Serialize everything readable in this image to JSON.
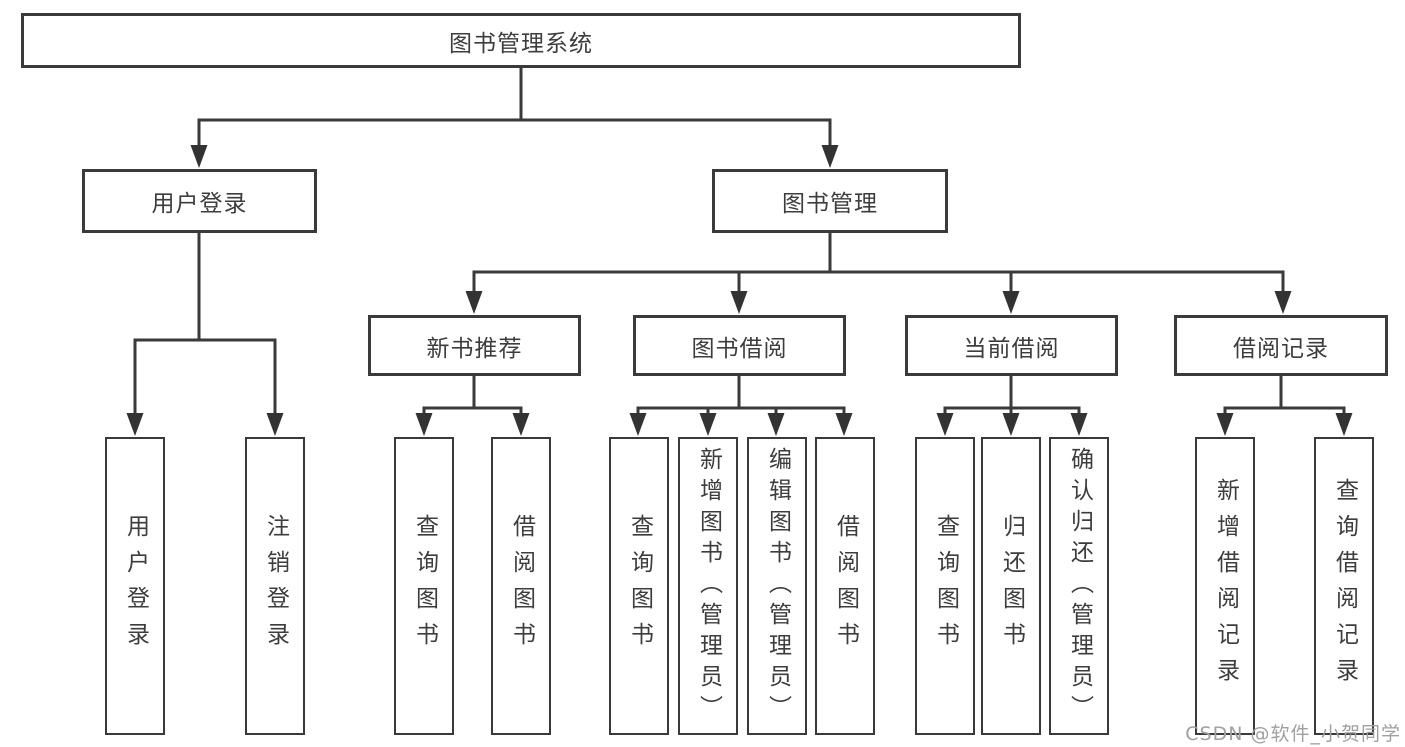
{
  "diagram": {
    "title": "图书管理系统",
    "root": {
      "label": "图书管理系统"
    },
    "level2": [
      {
        "label": "用户登录",
        "parent": "图书管理系统"
      },
      {
        "label": "图书管理",
        "parent": "图书管理系统"
      }
    ],
    "level3": [
      {
        "label": "新书推荐",
        "parent": "图书管理"
      },
      {
        "label": "图书借阅",
        "parent": "图书管理"
      },
      {
        "label": "当前借阅",
        "parent": "图书管理"
      },
      {
        "label": "借阅记录",
        "parent": "图书管理"
      }
    ],
    "leaves": [
      {
        "label": "用户登录",
        "parent": "用户登录"
      },
      {
        "label": "注销登录",
        "parent": "用户登录"
      },
      {
        "label": "查询图书",
        "parent": "新书推荐"
      },
      {
        "label": "借阅图书",
        "parent": "新书推荐"
      },
      {
        "label": "查询图书",
        "parent": "图书借阅"
      },
      {
        "label": "新增图书（管理员）",
        "parent": "图书借阅"
      },
      {
        "label": "编辑图书（管理员）",
        "parent": "图书借阅"
      },
      {
        "label": "借阅图书",
        "parent": "图书借阅"
      },
      {
        "label": "查询图书",
        "parent": "当前借阅"
      },
      {
        "label": "归还图书",
        "parent": "当前借阅"
      },
      {
        "label": "确认归还（管理员）",
        "parent": "当前借阅"
      },
      {
        "label": "新增借阅记录",
        "parent": "借阅记录"
      },
      {
        "label": "查询借阅记录",
        "parent": "借阅记录"
      }
    ],
    "colors": {
      "line": "#3a3a3a",
      "text": "#3d3d3d",
      "background": "#ffffff",
      "watermark": "#a0a0a0"
    }
  },
  "watermark": {
    "text": "CSDN @软件_小贺同学"
  }
}
